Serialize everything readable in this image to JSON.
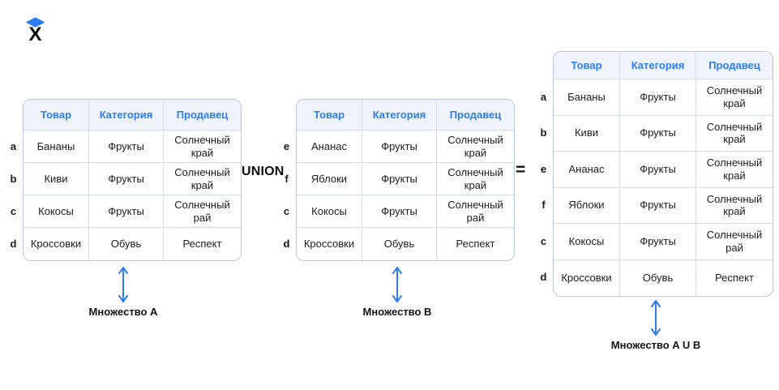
{
  "logo": {
    "letter": "X",
    "diamond_color": "#2b7cf6"
  },
  "operators": {
    "union": "UNION",
    "equals": "="
  },
  "colors": {
    "accent_blue": "#2b7cf6",
    "header_bg": "#eff4fc",
    "outer_border": "#b9c5da",
    "inner_border": "#d6dbe4",
    "body_text": "#1b1c20",
    "arrow_blue": "#2b7cf6"
  },
  "tables": [
    {
      "id": "A",
      "caption": "Множество A",
      "headers": [
        "Товар",
        "Категория",
        "Продавец"
      ],
      "rows": [
        {
          "label": "a",
          "cells": [
            "Бананы",
            "Фрукты",
            "Солнечный край"
          ]
        },
        {
          "label": "b",
          "cells": [
            "Киви",
            "Фрукты",
            "Солнечный край"
          ]
        },
        {
          "label": "c",
          "cells": [
            "Кокосы",
            "Фрукты",
            "Солнечный рай"
          ]
        },
        {
          "label": "d",
          "cells": [
            "Кроссовки",
            "Обувь",
            "Респект"
          ]
        }
      ]
    },
    {
      "id": "B",
      "caption": "Множество B",
      "headers": [
        "Товар",
        "Категория",
        "Продавец"
      ],
      "rows": [
        {
          "label": "e",
          "cells": [
            "Ананас",
            "Фрукты",
            "Солнечный край"
          ]
        },
        {
          "label": "f",
          "cells": [
            "Яблоки",
            "Фрукты",
            "Солнечный край"
          ]
        },
        {
          "label": "c",
          "cells": [
            "Кокосы",
            "Фрукты",
            "Солнечный рай"
          ]
        },
        {
          "label": "d",
          "cells": [
            "Кроссовки",
            "Обувь",
            "Респект"
          ]
        }
      ]
    },
    {
      "id": "AUB",
      "caption": "Множество A U B",
      "headers": [
        "Товар",
        "Категория",
        "Продавец"
      ],
      "rows": [
        {
          "label": "a",
          "cells": [
            "Бананы",
            "Фрукты",
            "Солнечный край"
          ]
        },
        {
          "label": "b",
          "cells": [
            "Киви",
            "Фрукты",
            "Солнечный край"
          ]
        },
        {
          "label": "e",
          "cells": [
            "Ананас",
            "Фрукты",
            "Солнечный край"
          ]
        },
        {
          "label": "f",
          "cells": [
            "Яблоки",
            "Фрукты",
            "Солнечный край"
          ]
        },
        {
          "label": "c",
          "cells": [
            "Кокосы",
            "Фрукты",
            "Солнечный рай"
          ]
        },
        {
          "label": "d",
          "cells": [
            "Кроссовки",
            "Обувь",
            "Респект"
          ]
        }
      ]
    }
  ]
}
